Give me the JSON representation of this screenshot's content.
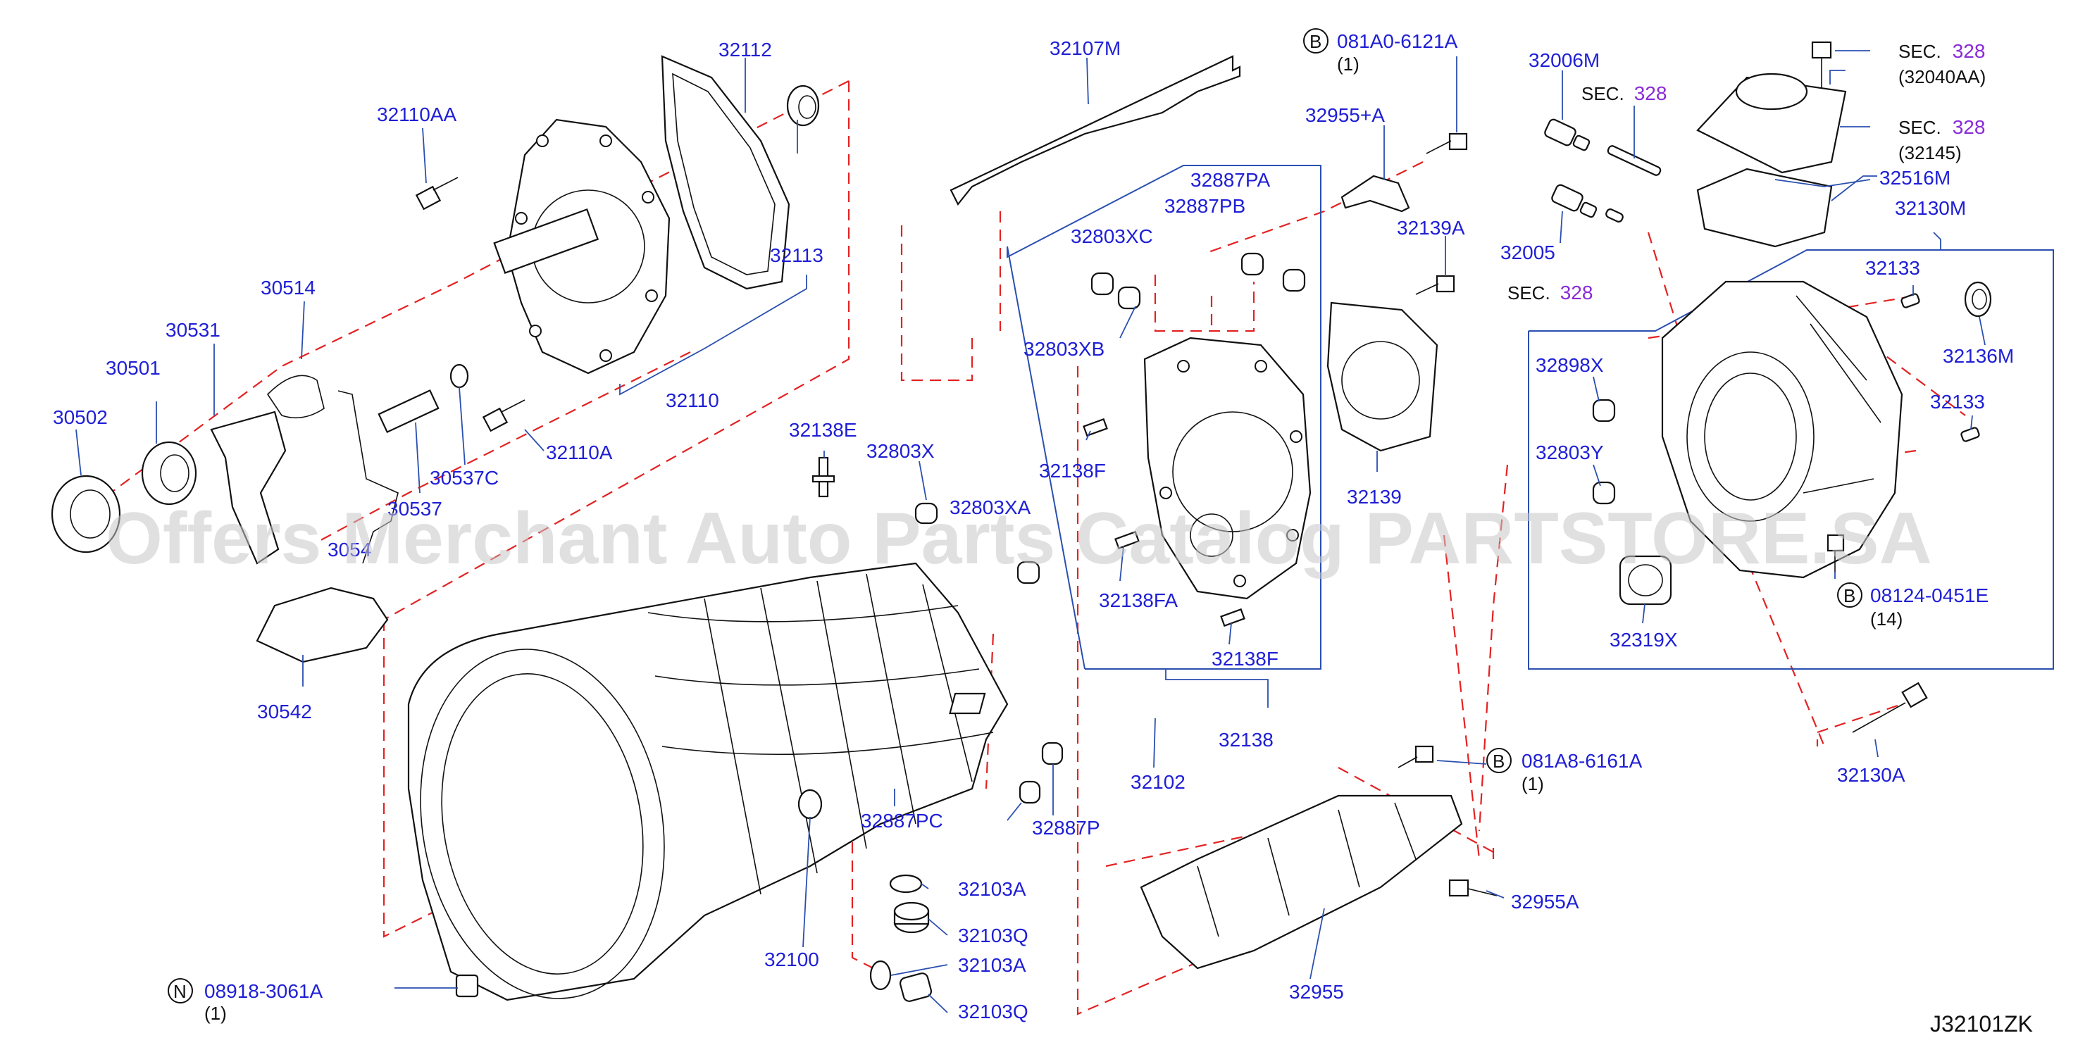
{
  "watermark": "Offers Merchant Auto Parts Catalog PARTSTORE.SA",
  "diagram_code": "J32101ZK",
  "labels": {
    "p32112": "32112",
    "p32110AA": "32110AA",
    "p32113": "32113",
    "p30514": "30514",
    "p30531": "30531",
    "p30501": "30501",
    "p30502": "30502",
    "p32110": "32110",
    "p30537C": "30537C",
    "p32110A": "32110A",
    "p30537": "30537",
    "p3054x": "3054",
    "p30542": "30542",
    "p32107M": "32107M",
    "p32138E": "32138E",
    "p32803X": "32803X",
    "p32803XA": "32803XA",
    "p32887PA": "32887PA",
    "p32887PB": "32887PB",
    "p32803XC": "32803XC",
    "p32803XB": "32803XB",
    "p32138F_a": "32138F",
    "p32138FA": "32138FA",
    "p32138F_b": "32138F",
    "p32138": "32138",
    "p32102": "32102",
    "p32955A_top": "32955+A",
    "p32139A": "32139A",
    "p32139": "32139",
    "p32006M": "32006M",
    "p32005": "32005",
    "p32516M": "32516M",
    "p32130M": "32130M",
    "p32133_a": "32133",
    "p32136M": "32136M",
    "p32133_b": "32133",
    "p32898X": "32898X",
    "p32803Y": "32803Y",
    "p32319X": "32319X",
    "p32130A": "32130A",
    "p32887PC": "32887PC",
    "p32887P": "32887P",
    "p32103A_a": "32103A",
    "p32103Q_a": "32103Q",
    "p32103A_b": "32103A",
    "p32103Q_b": "32103Q",
    "p32100": "32100",
    "p32955": "32955",
    "p32955A": "32955A"
  },
  "sections": {
    "sec_a": {
      "prefix": "SEC.",
      "num": "328"
    },
    "sec_b": {
      "prefix": "SEC.",
      "num": "328"
    },
    "sec_c": {
      "prefix": "SEC.",
      "num": "328",
      "sub": "(32040AA)"
    },
    "sec_d": {
      "prefix": "SEC.",
      "num": "328",
      "sub": "(32145)"
    }
  },
  "fasteners": {
    "b1": {
      "mark": "B",
      "code": "081A0-6121A",
      "qty": "(1)"
    },
    "b2": {
      "mark": "B",
      "code": "08124-0451E",
      "qty": "(14)"
    },
    "b3": {
      "mark": "B",
      "code": "081A8-6161A",
      "qty": "(1)"
    },
    "n1": {
      "mark": "N",
      "code": "08918-3061A",
      "qty": "(1)"
    }
  },
  "colors": {
    "label": "#1f1fd6",
    "section": "#8a2bd6",
    "dashed": "#e32222",
    "leader": "#2a4fb0"
  }
}
